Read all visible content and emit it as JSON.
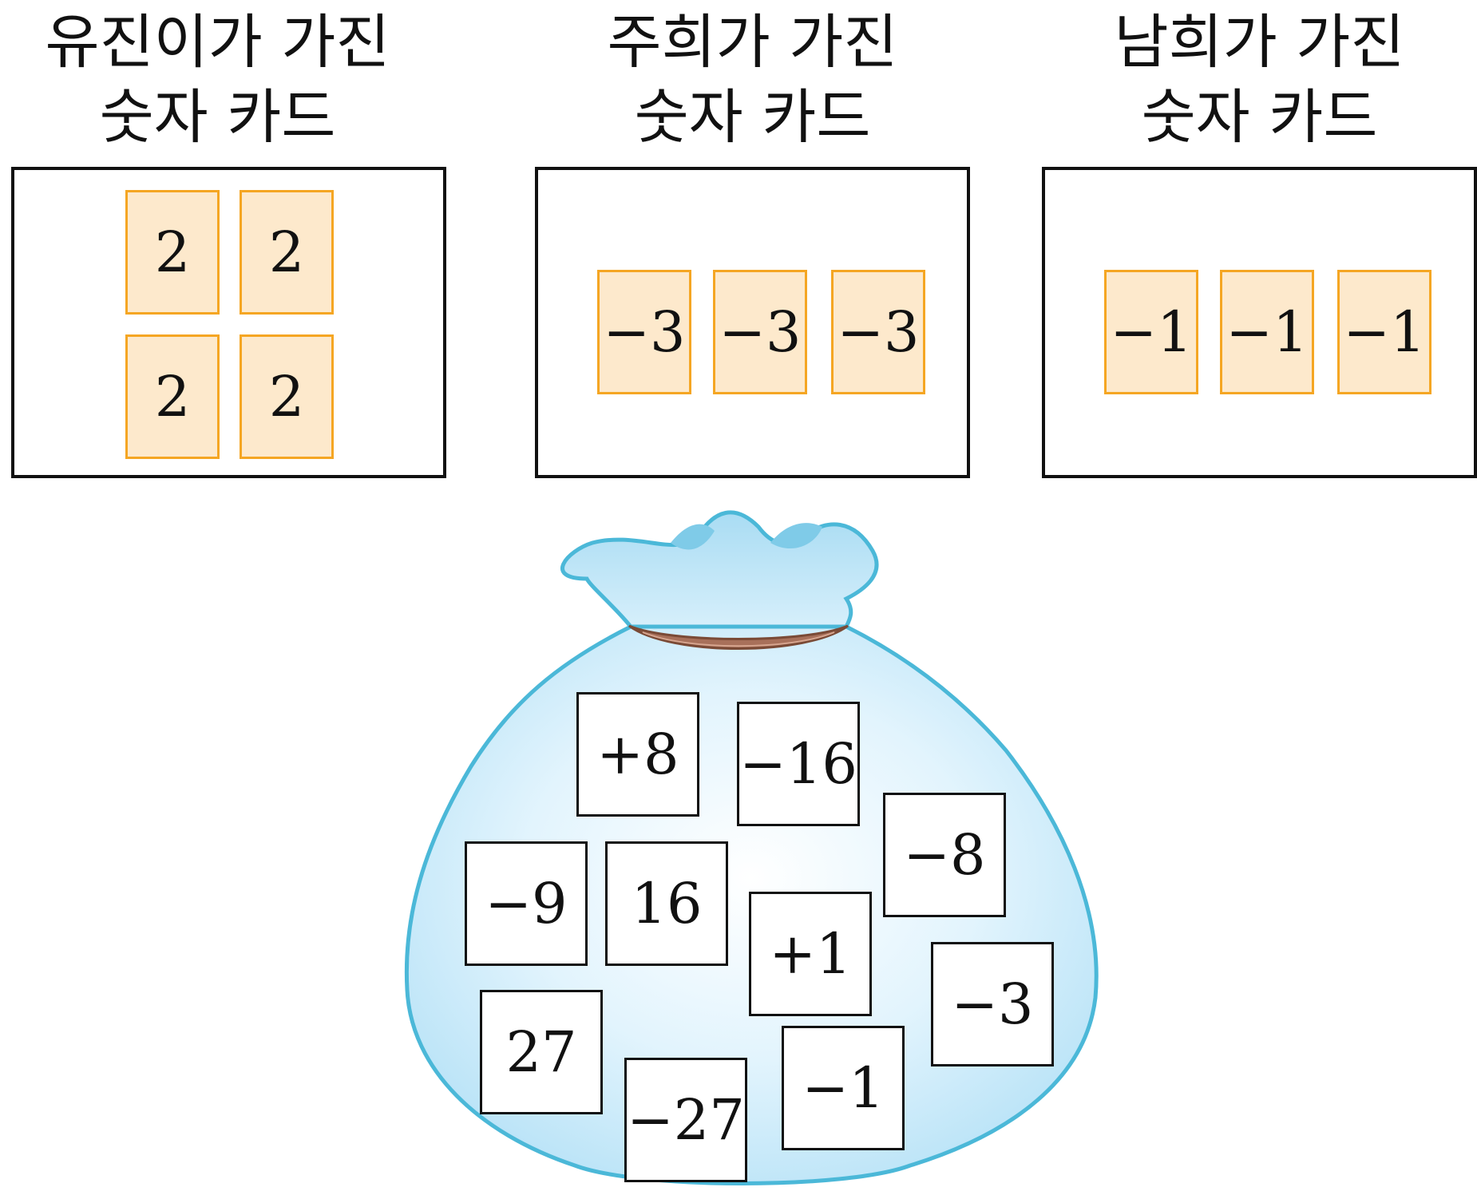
{
  "groups": [
    {
      "title_line1": "유진이가 가진",
      "title_line2": "숫자 카드",
      "cards": [
        "2",
        "2",
        "2",
        "2"
      ]
    },
    {
      "title_line1": "주희가 가진",
      "title_line2": "숫자 카드",
      "cards": [
        "−3",
        "−3",
        "−3"
      ]
    },
    {
      "title_line1": "남희가 가진",
      "title_line2": "숫자 카드",
      "cards": [
        "−1",
        "−1",
        "−1"
      ]
    }
  ],
  "bag": {
    "cards": [
      "+8",
      "−16",
      "−8",
      "−9",
      "16",
      "+1",
      "−3",
      "27",
      "−1",
      "−27"
    ]
  },
  "colors": {
    "held_card_fill": "#fde9cc",
    "held_card_border": "#f5a623",
    "bag_fill": "#c6e9f8",
    "bag_outline": "#4bb8d8",
    "bag_tie": "#a8705a"
  }
}
